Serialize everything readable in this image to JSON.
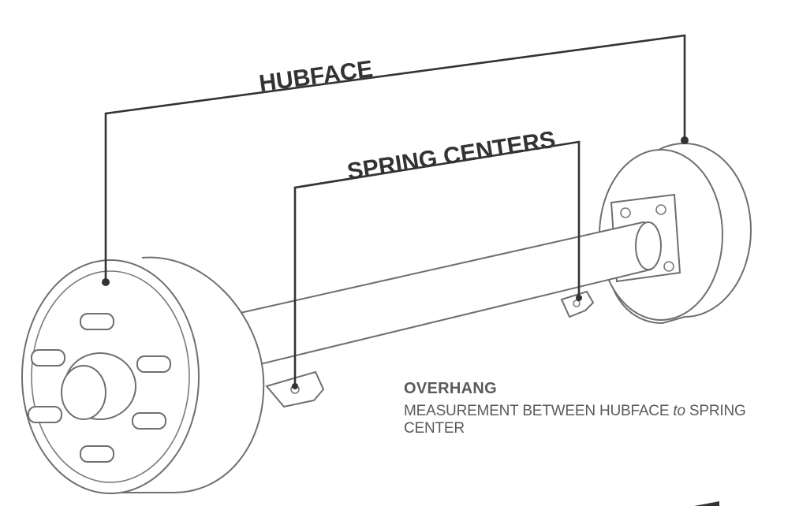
{
  "labels": {
    "hubface": "HUBFACE",
    "spring_centers": "SPRING CENTERS"
  },
  "caption": {
    "title": "OVERHANG",
    "desc_part1": "MEASUREMENT BETWEEN HUBFACE ",
    "desc_to": "to",
    "desc_part2": " SPRING CENTER"
  },
  "colors": {
    "line_art": "#6f6f6f",
    "bracket": "#333333",
    "caption_text": "#5a5a5a"
  }
}
